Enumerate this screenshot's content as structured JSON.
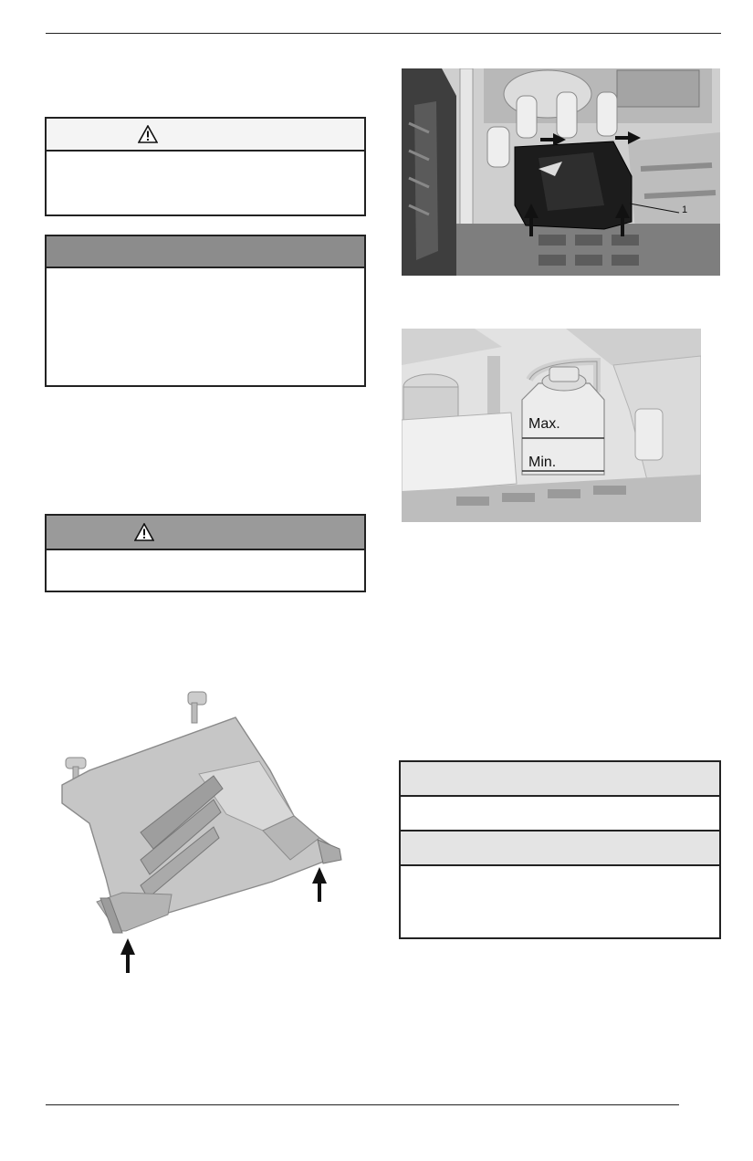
{
  "figure_top": {
    "callout_number": "1"
  },
  "figure_reservoir": {
    "max_label": "Max.",
    "min_label": "Min."
  },
  "icons": {
    "warning": "warning-triangle-icon",
    "arrow": "arrow-icon"
  }
}
